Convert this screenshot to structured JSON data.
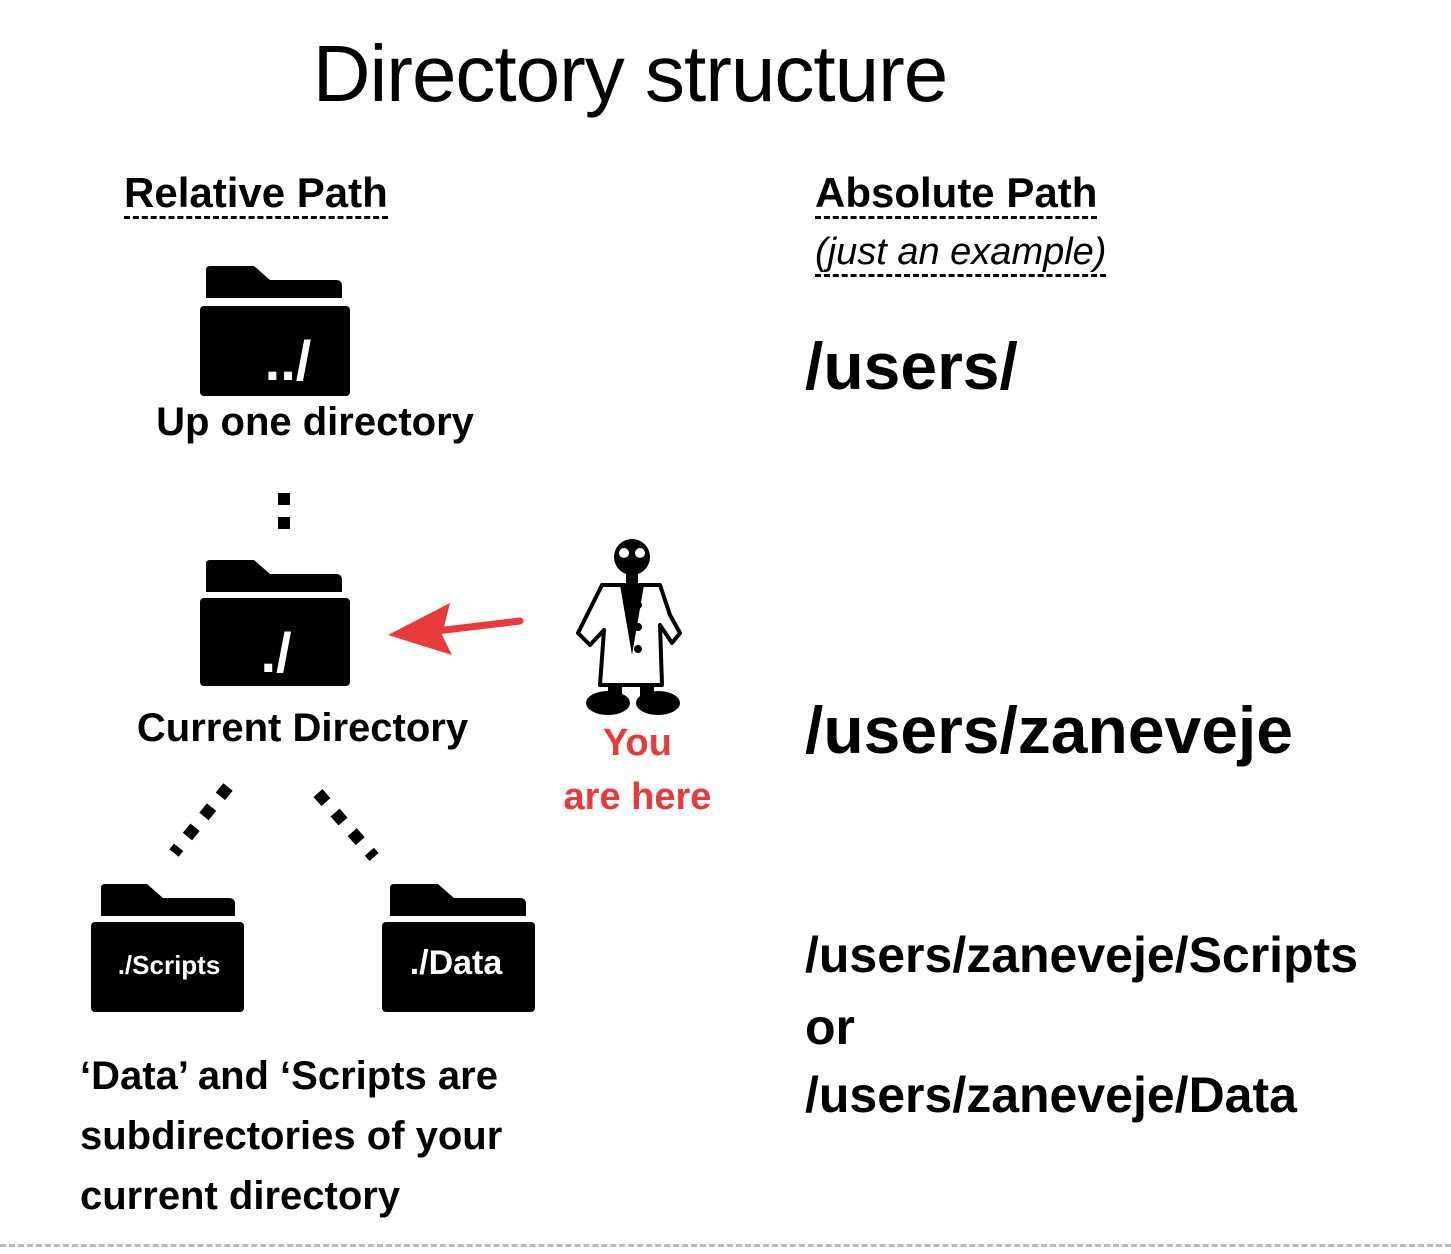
{
  "title": "Directory structure",
  "relative_heading": "Relative Path",
  "absolute_heading": "Absolute Path",
  "absolute_subheading": "(just an example)",
  "folders": {
    "parent": {
      "text": "../",
      "label": "Up one directory"
    },
    "current": {
      "text": "./",
      "label": "Current Directory"
    },
    "scripts": {
      "text": "./Scripts"
    },
    "data": {
      "text": "./Data"
    }
  },
  "you_are_here": {
    "line1": "You",
    "line2": "are here"
  },
  "absolute_paths": {
    "parent": "/users/",
    "current": "/users/zaneveje",
    "sub_scripts": "/users/zaneveje/Scripts",
    "or": "or",
    "sub_data": "/users/zaneveje/Data"
  },
  "note": {
    "line1": "‘Data’ and ‘Scripts are",
    "line2": "subdirectories of your",
    "line3": "current directory"
  },
  "colors": {
    "accent": "#e83a3a",
    "folder": "#000000",
    "text": "#000000"
  },
  "icons": [
    "folder-icon",
    "scientist-icon",
    "arrow-left-icon"
  ]
}
